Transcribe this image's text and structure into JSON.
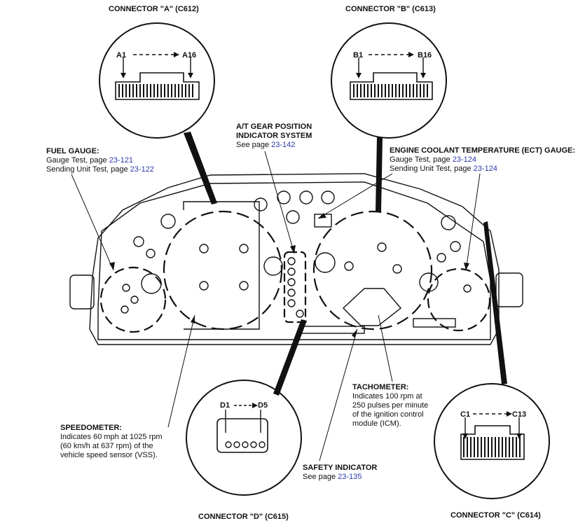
{
  "connectors": {
    "a": {
      "label": "CONNECTOR \"A\" (C612)",
      "pin_start": "A1",
      "pin_end": "A16"
    },
    "b": {
      "label": "CONNECTOR \"B\" (C613)",
      "pin_start": "B1",
      "pin_end": "B16"
    },
    "c": {
      "label": "CONNECTOR \"C\" (C614)",
      "pin_start": "C1",
      "pin_end": "C13"
    },
    "d": {
      "label": "CONNECTOR \"D\" (C615)",
      "pin_start": "D1",
      "pin_end": "D5"
    }
  },
  "callouts": {
    "at_gear": {
      "title_1": "A/T GEAR POSITION",
      "title_2": "INDICATOR SYSTEM",
      "line_1_text": "See page ",
      "line_1_page": "23-142"
    },
    "fuel_gauge": {
      "title": "FUEL GAUGE:",
      "line_1_text": "Gauge Test, page ",
      "line_1_page": "23-121",
      "line_2_text": "Sending Unit Test, page ",
      "line_2_page": "23-122"
    },
    "ect_gauge": {
      "title": "ENGINE COOLANT TEMPERATURE (ECT) GAUGE:",
      "line_1_text": "Gauge Test, page ",
      "line_1_page": "23-124",
      "line_2_text": "Sending Unit Test, page ",
      "line_2_page": "23-124"
    },
    "tachometer": {
      "title": "TACHOMETER:",
      "lines": [
        "Indicates 100 rpm at",
        "250 pulses per minute",
        "of the ignition control",
        "module (ICM)."
      ]
    },
    "speedometer": {
      "title": "SPEEDOMETER:",
      "lines": [
        "Indicates 60 mph at 1025 rpm",
        "(60 km/h at 637 rpm) of the",
        "vehicle speed sensor (VSS)."
      ]
    },
    "safety": {
      "title": "SAFETY INDICATOR",
      "line_1_text": "See page ",
      "line_1_page": "23-135"
    }
  },
  "colors": {
    "line": "#111111",
    "link": "#2a3aa8"
  }
}
